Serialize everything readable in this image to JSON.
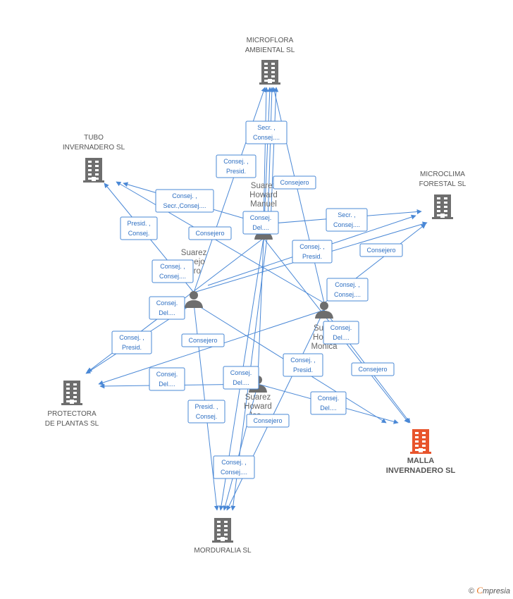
{
  "colors": {
    "edge": "#4a88d6",
    "building": "#6e6e6e",
    "focus_building": "#e8542c",
    "person": "#6e6e6e"
  },
  "companies": [
    {
      "id": "microflora",
      "lines": [
        "MICROFLORA",
        "AMBIENTAL SL"
      ],
      "icon": "building-icon"
    },
    {
      "id": "tubo",
      "lines": [
        "TUBO",
        "INVERNADERO SL"
      ],
      "icon": "building-icon"
    },
    {
      "id": "microclima",
      "lines": [
        "MICROCLIMA",
        "FORESTAL SL"
      ],
      "icon": "building-icon"
    },
    {
      "id": "protectora",
      "lines": [
        "PROTECTORA",
        "DE PLANTAS SL"
      ],
      "icon": "building-icon"
    },
    {
      "id": "malla",
      "lines": [
        "MALLA",
        "INVERNADERO SL"
      ],
      "icon": "building-icon",
      "focus": true
    },
    {
      "id": "morduralia",
      "lines": [
        "MORDURALIA SL"
      ],
      "icon": "building-icon"
    }
  ],
  "people": [
    {
      "id": "manuel",
      "lines": [
        "Suarez",
        "Howard",
        "Manuel"
      ]
    },
    {
      "id": "pedro",
      "lines": [
        "Suarez",
        "...nejo",
        "...ro"
      ]
    },
    {
      "id": "monica",
      "lines": [
        "Sua...",
        "How...",
        "Monica"
      ]
    },
    {
      "id": "jose",
      "lines": [
        "Suarez",
        "Howard",
        "Jos..."
      ]
    }
  ],
  "edge_labels": [
    {
      "id": "l1",
      "lines": [
        "Secr. ,",
        "Consej...."
      ]
    },
    {
      "id": "l2",
      "lines": [
        "Consej. ,",
        "Presid."
      ]
    },
    {
      "id": "l3",
      "lines": [
        "Consejero"
      ]
    },
    {
      "id": "l4",
      "lines": [
        "Consej. ,",
        "Secr.,Consej...."
      ]
    },
    {
      "id": "l5",
      "lines": [
        "Consejero"
      ]
    },
    {
      "id": "l6",
      "lines": [
        "Consej.",
        "Del...."
      ]
    },
    {
      "id": "l7",
      "lines": [
        "Secr. ,",
        "Consej...."
      ]
    },
    {
      "id": "l8",
      "lines": [
        "Presid. ,",
        "Consej."
      ]
    },
    {
      "id": "l9",
      "lines": [
        "Consej. ,",
        "Consej...."
      ]
    },
    {
      "id": "l10",
      "lines": [
        "Consej. ,",
        "Presid."
      ]
    },
    {
      "id": "l11",
      "lines": [
        "Consejero"
      ]
    },
    {
      "id": "l12",
      "lines": [
        "Consej.",
        "Del...."
      ]
    },
    {
      "id": "l13",
      "lines": [
        "Consej. ,",
        "Consej...."
      ]
    },
    {
      "id": "l14",
      "lines": [
        "Consej. ,",
        "Presid."
      ]
    },
    {
      "id": "l15",
      "lines": [
        "Consejero"
      ]
    },
    {
      "id": "l16",
      "lines": [
        "Consej.",
        "Del...."
      ]
    },
    {
      "id": "l17",
      "lines": [
        "Consej.",
        "Del...."
      ]
    },
    {
      "id": "l18",
      "lines": [
        "Consej.",
        "Del...."
      ]
    },
    {
      "id": "l19",
      "lines": [
        "Consej. ,",
        "Presid."
      ]
    },
    {
      "id": "l20",
      "lines": [
        "Consejero"
      ]
    },
    {
      "id": "l21",
      "lines": [
        "Presid. ,",
        "Consej."
      ]
    },
    {
      "id": "l22",
      "lines": [
        "Consej.",
        "Del...."
      ]
    },
    {
      "id": "l23",
      "lines": [
        "Consejero"
      ]
    },
    {
      "id": "l24",
      "lines": [
        "Consej. ,",
        "Consej...."
      ]
    }
  ],
  "footer": {
    "copyright": "©",
    "brand_first": "C",
    "brand_rest": "mpresia"
  }
}
